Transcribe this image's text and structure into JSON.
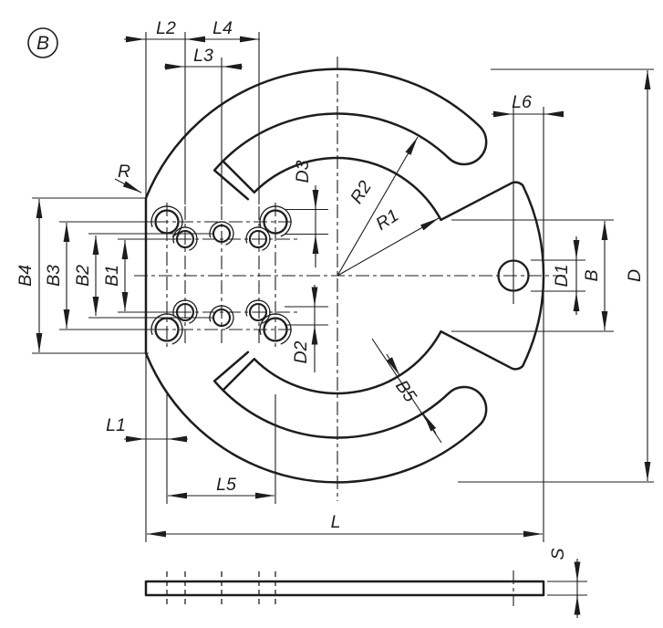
{
  "page": {
    "background": "#ffffff"
  },
  "drawing": {
    "type": "technical-drawing",
    "line_color": "#1d1d1b",
    "views": {
      "main": "front view of slotted positioning plate",
      "side": "thin side profile"
    }
  },
  "labels": {
    "view_marker": "B",
    "L": "L",
    "L1": "L1",
    "L2": "L2",
    "L3": "L3",
    "L4": "L4",
    "L5": "L5",
    "L6": "L6",
    "B": "B",
    "B1": "B1",
    "B2": "B2",
    "B3": "B3",
    "B4": "B4",
    "B5": "B5",
    "D": "D",
    "D1": "D1",
    "D2": "D2",
    "D3": "D3",
    "R": "R",
    "R1": "R1",
    "R2": "R2",
    "S": "S"
  }
}
